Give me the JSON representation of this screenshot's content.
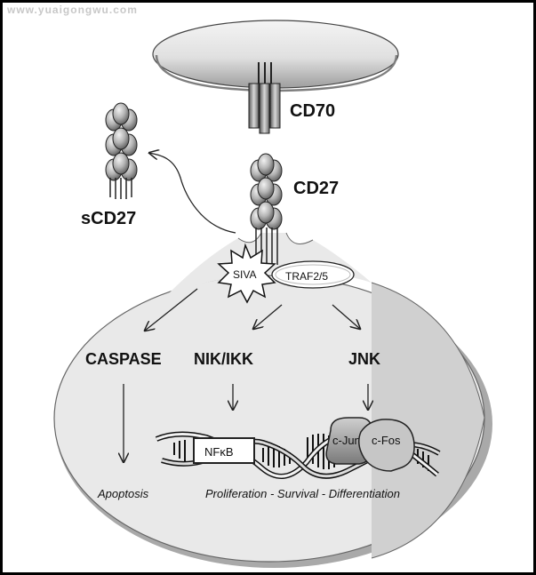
{
  "watermark": "www.yuaigongwu.com",
  "labels": {
    "cd70": "CD70",
    "cd27": "CD27",
    "scd27": "sCD27",
    "siva": "SIVA",
    "traf": "TRAF2/5",
    "caspase": "CASPASE",
    "nik_ikk": "NIK/IKK",
    "jnk": "JNK",
    "nfkb": "NFκB",
    "cjun": "c-Jun",
    "cfos": "c-Fos",
    "apoptosis": "Apoptosis",
    "outcomes": "Proliferation - Survival - Differentiation"
  },
  "colors": {
    "frame": "#000000",
    "membrane_light": "#eeeeee",
    "membrane_dark": "#bdbdbd",
    "cell_light": "#e9e9e9",
    "cell_shadow": "#d2d2d2",
    "receptor": "#8a8a8a",
    "text": "#111111"
  }
}
